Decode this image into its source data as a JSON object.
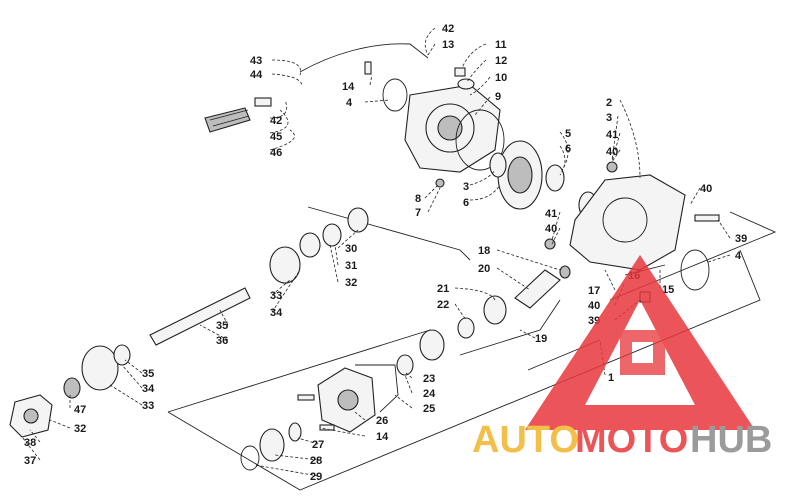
{
  "labels": {
    "l1": "1",
    "l2": "2",
    "l3a": "3",
    "l3b": "3",
    "l4a": "4",
    "l4b": "4",
    "l5": "5",
    "l6a": "6",
    "l6b": "6",
    "l7": "7",
    "l8": "8",
    "l9": "9",
    "l10": "10",
    "l11": "11",
    "l12": "12",
    "l13": "13",
    "l14a": "14",
    "l14b": "14",
    "l15": "15",
    "l16": "16",
    "l17": "17",
    "l18": "18",
    "l19": "19",
    "l20": "20",
    "l21": "21",
    "l22": "22",
    "l23": "23",
    "l24": "24",
    "l25": "25",
    "l26": "26",
    "l27": "27",
    "l28": "28",
    "l29": "29",
    "l30": "30",
    "l31": "31",
    "l32a": "32",
    "l32b": "32",
    "l33a": "33",
    "l33b": "33",
    "l34a": "34",
    "l34b": "34",
    "l35a": "35",
    "l35b": "35",
    "l36": "36",
    "l37": "37",
    "l38": "38",
    "l39a": "39",
    "l39b": "39",
    "l40a": "40",
    "l40b": "40",
    "l40c": "40",
    "l40d": "40",
    "l41a": "41",
    "l41b": "41",
    "l42a": "42",
    "l42b": "42",
    "l43": "43",
    "l44": "44",
    "l45": "45",
    "l46": "46",
    "l47": "47"
  },
  "watermark": {
    "part1": "AUTO",
    "part2": "MOTO",
    "part3": "HUB",
    "color_primary": "#e8383d",
    "color_secondary": "#f0b429",
    "color_tertiary": "#8a8a8a"
  }
}
